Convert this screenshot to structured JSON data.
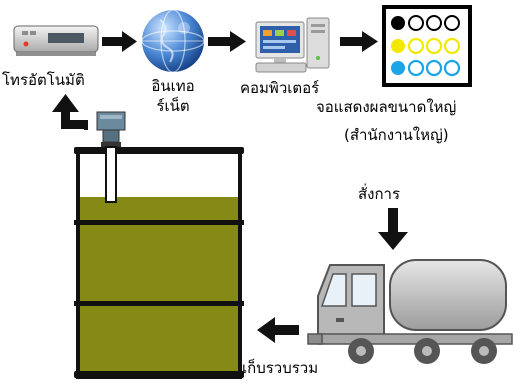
{
  "labels": {
    "phone": "โทรอัตโนมัติ",
    "internet_line1": "อินเทอ",
    "internet_line2": "ร์เน็ต",
    "computer": "คอมพิวเตอร์",
    "display_line1": "จอแสดงผลขนาดใหญ่",
    "display_line2": "(สำนักงานใหญ่)",
    "command": "สั่งการ",
    "collect": "เก็บรวบรวม"
  },
  "colors": {
    "liquid": "#858a15",
    "tank_outline": "#111111",
    "truck_body": "#b8b8b8",
    "arrow": "#111111",
    "display_black": "#000000",
    "display_yellow": "#f2e800",
    "display_cyan": "#1aa5e6",
    "globe": "#3a78c8"
  },
  "icons": {
    "phone": "autodial-device-icon",
    "globe": "internet-globe-icon",
    "computer": "desktop-computer-icon",
    "display": "large-display-board-icon",
    "sensor": "level-sensor-icon",
    "truck": "tanker-truck-icon"
  }
}
